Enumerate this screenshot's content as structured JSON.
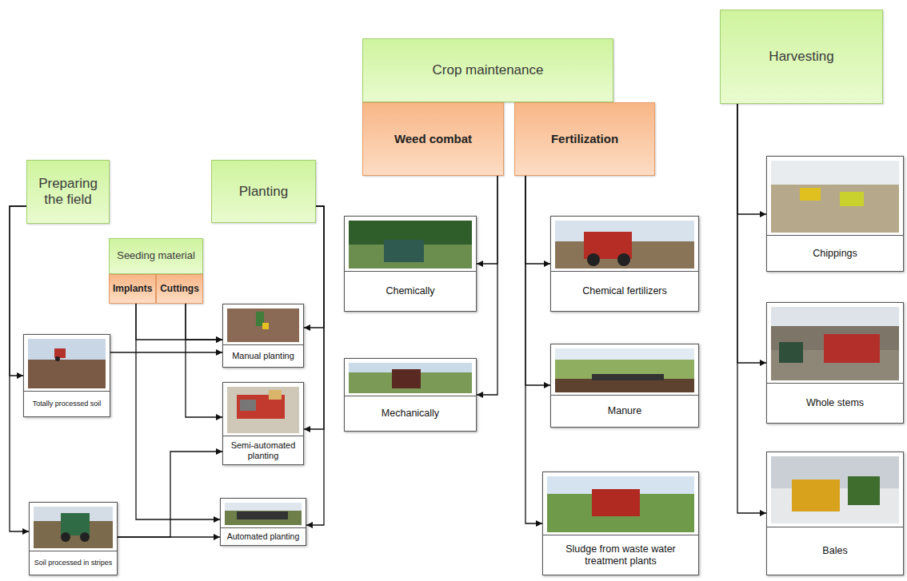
{
  "diagram": {
    "nodes": [
      {
        "text": [
          "Preparing the field"
        ]
      },
      {
        "text": [
          "Planting"
        ]
      },
      {
        "text": [
          "Crop maintenance"
        ]
      },
      {
        "text": [
          "Weed combat"
        ]
      },
      {
        "text": [
          "Fertilization"
        ]
      },
      {
        "text": [
          "Harvesting"
        ]
      },
      {
        "text": [
          "Seeding material"
        ]
      },
      {
        "text": [
          "Implants"
        ]
      },
      {
        "text": [
          "Cuttings"
        ]
      },
      {
        "text": [
          "Totally processed soil"
        ]
      },
      {
        "text": [
          "Manual planting"
        ]
      },
      {
        "text": [
          "Semi-automated planting"
        ]
      },
      {
        "text": [
          "Automated planting"
        ]
      },
      {
        "text": [
          "Soil processed in stripes"
        ]
      },
      {
        "text": [
          "Chemically"
        ]
      },
      {
        "text": [
          "Mechanically"
        ]
      },
      {
        "text": [
          "Chemical fertilizers"
        ]
      },
      {
        "text": [
          "Manure"
        ]
      },
      {
        "text": [
          "Sludge from waste water treatment plants"
        ]
      },
      {
        "text": [
          "Chippings"
        ]
      },
      {
        "text": [
          "Whole stems"
        ]
      },
      {
        "text": [
          "Bales"
        ]
      }
    ],
    "edges": [
      {
        "from": 0,
        "to": 9,
        "arrow": "to"
      },
      {
        "from": 0,
        "to": 13,
        "arrow": "to"
      },
      {
        "from": 1,
        "to": 10,
        "arrow": "to"
      },
      {
        "from": 1,
        "to": 11,
        "arrow": "to"
      },
      {
        "from": 1,
        "to": 12,
        "arrow": "to"
      },
      {
        "from": 9,
        "to": 10,
        "arrow": "to"
      },
      {
        "from": 7,
        "to": 10,
        "arrow": "to"
      },
      {
        "from": 7,
        "to": 12,
        "arrow": "to"
      },
      {
        "from": 8,
        "to": 10,
        "arrow": "to"
      },
      {
        "from": 8,
        "to": 11,
        "arrow": "to"
      },
      {
        "from": 13,
        "to": 11,
        "arrow": "to"
      },
      {
        "from": 13,
        "to": 12,
        "arrow": "to"
      },
      {
        "from": 3,
        "to": 14,
        "arrow": "to"
      },
      {
        "from": 3,
        "to": 15,
        "arrow": "to"
      },
      {
        "from": 4,
        "to": 16,
        "arrow": "to"
      },
      {
        "from": 4,
        "to": 17,
        "arrow": "to"
      },
      {
        "from": 4,
        "to": 18,
        "arrow": "to"
      },
      {
        "from": 5,
        "to": 19,
        "arrow": "to"
      },
      {
        "from": 5,
        "to": 20,
        "arrow": "to"
      },
      {
        "from": 5,
        "to": 21,
        "arrow": "to"
      }
    ]
  }
}
